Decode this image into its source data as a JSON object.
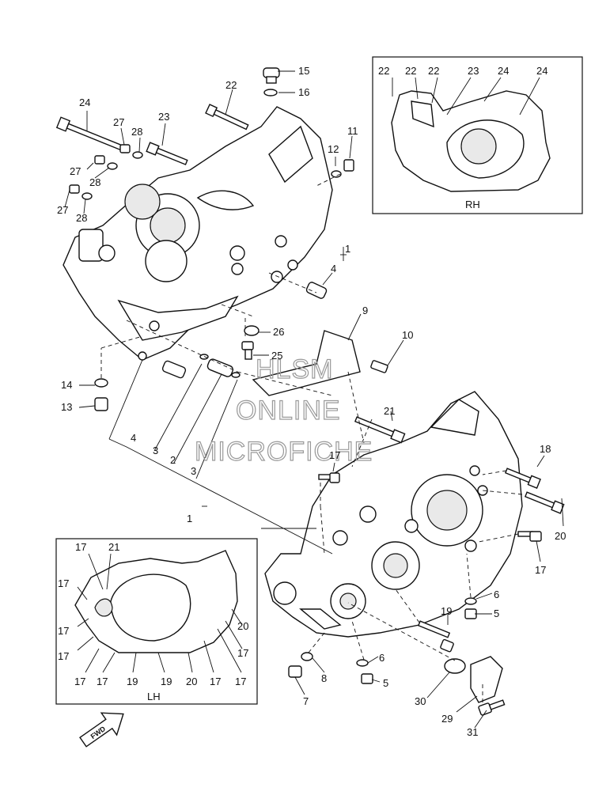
{
  "diagram": {
    "watermark": [
      "HLSM",
      "ONLINE",
      "MICROFICHE"
    ],
    "insets": {
      "rh_label": "RH",
      "lh_label": "LH"
    },
    "fwd_label": "FWD",
    "callouts": {
      "c15": "15",
      "c16": "16",
      "c22": "22",
      "c24": "24",
      "c27": "27",
      "c28": "28",
      "c23": "23",
      "c12": "12",
      "c11": "11",
      "c27b": "27",
      "c28b": "28",
      "c27c": "27",
      "c28c": "28",
      "c1a": "1",
      "c4a": "4",
      "c9": "9",
      "c26": "26",
      "c10": "10",
      "c25": "25",
      "c14": "14",
      "c13": "13",
      "c4b": "4",
      "c3a": "3",
      "c2": "2",
      "c3b": "3",
      "c1b": "1",
      "c21": "21",
      "c17a": "17",
      "c18": "18",
      "c20a": "20",
      "c17b": "17",
      "c6a": "6",
      "c19a": "19",
      "c5a": "5",
      "c8": "8",
      "c6b": "6",
      "c5b": "5",
      "c7": "7",
      "c30": "30",
      "c29": "29",
      "c31": "31"
    },
    "rh_callouts": [
      "22",
      "22",
      "22",
      "23",
      "24",
      "24"
    ],
    "lh_callouts": {
      "top": [
        "17",
        "21"
      ],
      "left": [
        "17",
        "17",
        "17"
      ],
      "bottom": [
        "17",
        "17",
        "19",
        "19",
        "20",
        "17",
        "17"
      ],
      "right": [
        "20",
        "17"
      ]
    }
  }
}
